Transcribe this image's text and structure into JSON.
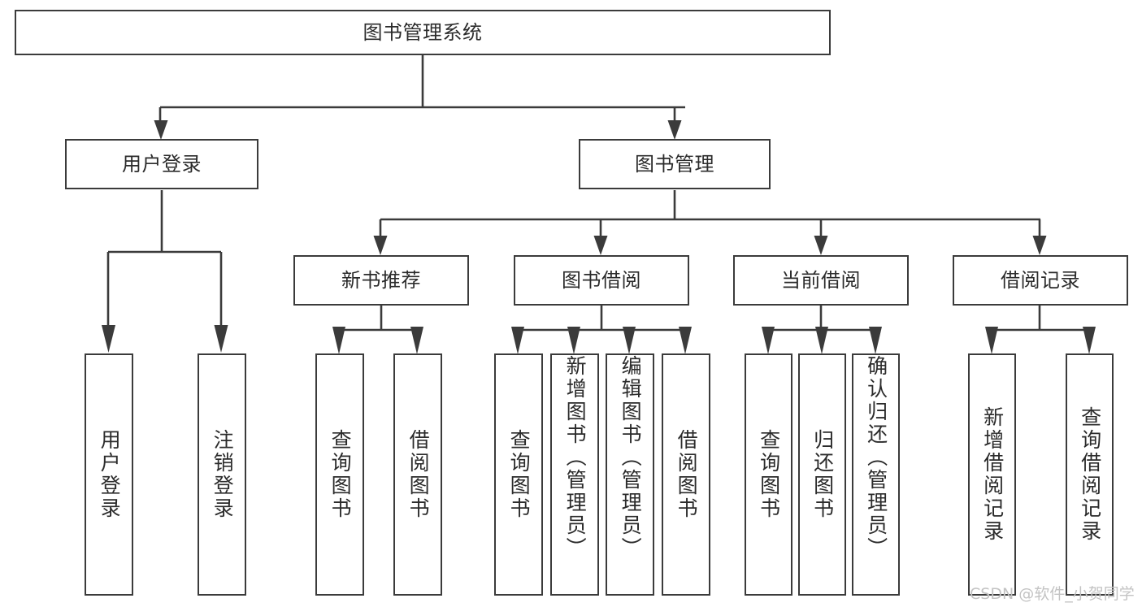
{
  "diagram": {
    "type": "hierarchy-tree",
    "title": "图书管理系统",
    "watermark": "CSDN @软件_小贺同学",
    "colors": {
      "box_border": "#3b3b3b",
      "box_fill": "#ffffff",
      "connector": "#3b3b3b",
      "text": "#2b2b2b",
      "watermark": "#c3c3c3",
      "background": "#ffffff"
    },
    "levels": {
      "root": {
        "label": "图书管理系统"
      },
      "level2": [
        {
          "label": "用户登录"
        },
        {
          "label": "图书管理"
        }
      ],
      "level3": [
        {
          "label": "新书推荐"
        },
        {
          "label": "图书借阅"
        },
        {
          "label": "当前借阅"
        },
        {
          "label": "借阅记录"
        }
      ],
      "leaves": {
        "user_login": [
          {
            "label": "用户登录"
          },
          {
            "label": "注销登录"
          }
        ],
        "new_book_recommend": [
          {
            "label": "查询图书"
          },
          {
            "label": "借阅图书"
          }
        ],
        "book_borrow": [
          {
            "label": "查询图书"
          },
          {
            "label": "新增图书（管理员）"
          },
          {
            "label": "编辑图书（管理员）"
          },
          {
            "label": "借阅图书"
          }
        ],
        "current_borrow": [
          {
            "label": "查询图书"
          },
          {
            "label": "归还图书"
          },
          {
            "label": "确认归还（管理员）"
          }
        ],
        "borrow_record": [
          {
            "label": "新增借阅记录"
          },
          {
            "label": "查询借阅记录"
          }
        ]
      }
    }
  }
}
